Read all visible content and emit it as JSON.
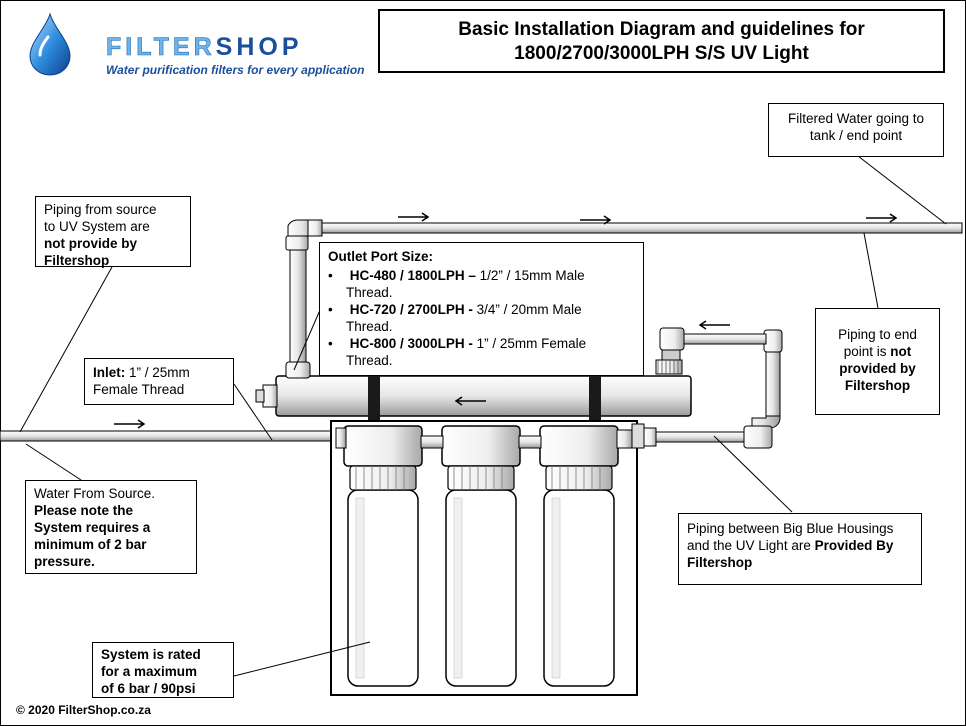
{
  "logo": {
    "brand_part1": "FILTER",
    "brand_part2": "SHOP",
    "tagline": "Water purification filters for every application"
  },
  "title": {
    "line1": "Basic Installation Diagram and guidelines  for",
    "line2": "1800/2700/3000LPH S/S UV Light"
  },
  "callouts": {
    "filtered_water": {
      "line1": "Filtered Water going to",
      "line2": "tank / end point"
    },
    "piping_source": {
      "line1": "Piping from source",
      "line2": "to UV System are",
      "line3_bold": "not provide by",
      "line4_bold": "Filtershop"
    },
    "inlet": {
      "label_bold": "Inlet:",
      "label_rest": " 1” / 25mm",
      "line2": "Female Thread"
    },
    "piping_end": {
      "line1": "Piping to end",
      "line2_plain": "point is ",
      "line2_bold": "not",
      "line3_bold": "provided by",
      "line4_bold": "Filtershop"
    },
    "water_source": {
      "line1": "Water From Source.",
      "line2_bold": "Please note the",
      "line3_bold": "System requires a",
      "line4_bold": "minimum  of 2 bar",
      "line5_bold": "pressure."
    },
    "piping_between": {
      "line1": "Piping between Big Blue Housings",
      "line2_plain": "and the UV Light are ",
      "line2_bold": "Provided By",
      "line3_bold": "Filtershop"
    },
    "system_rated": {
      "line1": "System is rated",
      "line2": "for a maximum",
      "line3": "of 6 bar / 90psi"
    }
  },
  "outlet_port": {
    "heading": "Outlet Port Size:",
    "bullet": "•",
    "items": [
      {
        "model": "HC-480 / 1800LPH –",
        "spec": " 1/2” / 15mm Male",
        "spec2": "Thread."
      },
      {
        "model": "HC-720 / 2700LPH -",
        "spec": " 3/4” / 20mm Male",
        "spec2": "Thread."
      },
      {
        "model": "HC-800 / 3000LPH -",
        "spec": " 1” / 25mm Female",
        "spec2": "Thread."
      }
    ]
  },
  "copyright": "© 2020 FilterShop.co.za"
}
